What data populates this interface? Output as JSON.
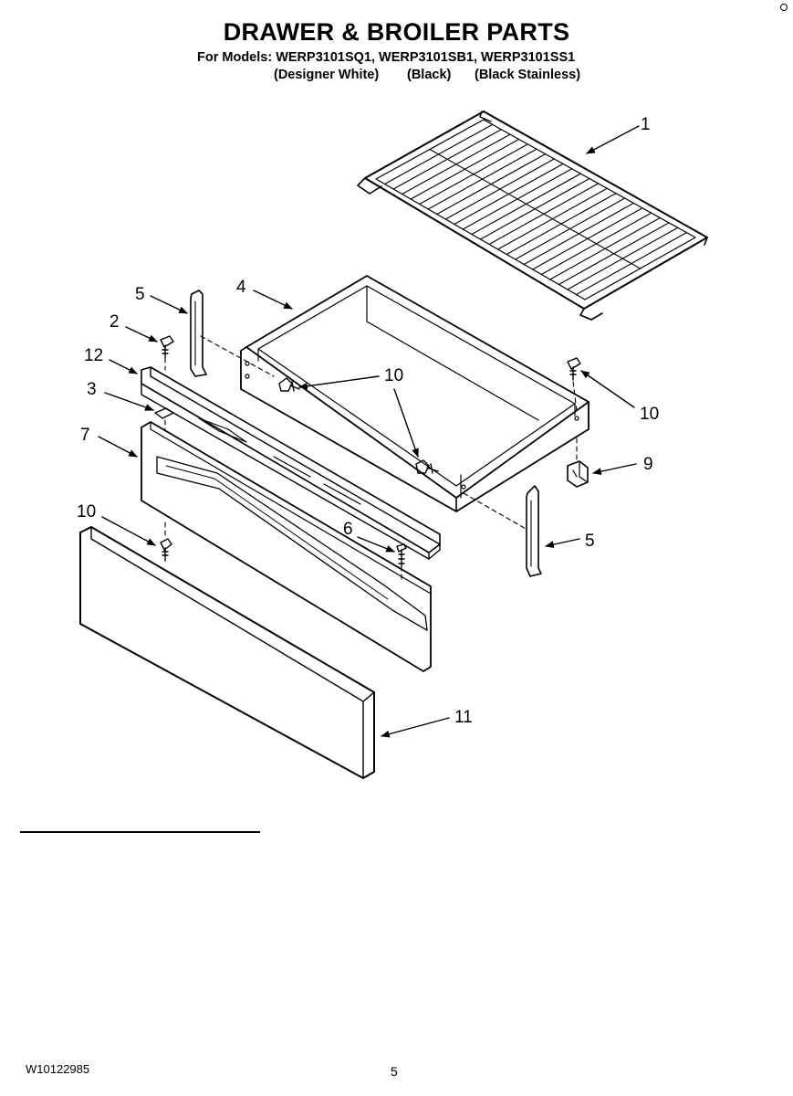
{
  "header": {
    "title": "DRAWER & BROILER PARTS",
    "models_line": "For Models: WERP3101SQ1, WERP3101SB1, WERP3101SS1",
    "variants": [
      "(Designer White)",
      "(Black)",
      "(Black Stainless)"
    ]
  },
  "callouts": {
    "c1": "1",
    "c2": "2",
    "c3": "3",
    "c4": "4",
    "c5a": "5",
    "c5b": "5",
    "c6": "6",
    "c7": "7",
    "c9": "9",
    "c10a": "10",
    "c10b": "10",
    "c10c": "10",
    "c11": "11",
    "c12": "12"
  },
  "footer": {
    "doc_number": "W10122985",
    "page_number": "5"
  }
}
